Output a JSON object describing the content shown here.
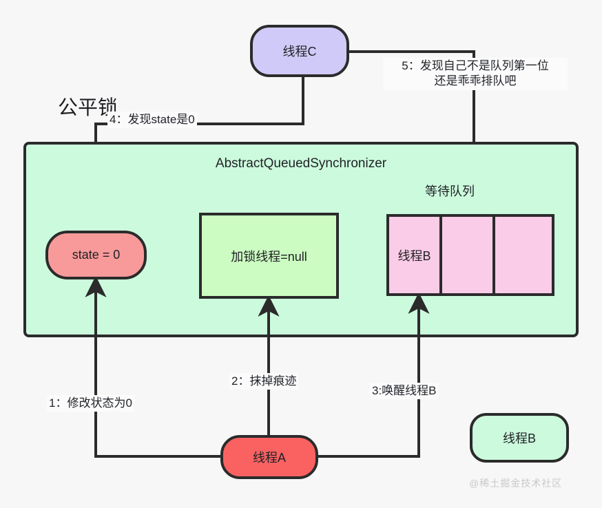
{
  "diagram": {
    "title": "公平锁",
    "container_label": "AbstractQueuedSynchronizer",
    "watermark": "@稀土掘金技术社区",
    "colors": {
      "background": "#f7f7f7",
      "stroke": "#2b2b2b",
      "container_fill": "#ccfadd",
      "state_fill": "#f99a9a",
      "lock_owner_fill": "#ccfcc2",
      "queue_fill": "#fbcce7",
      "thread_a_fill": "#fa6262",
      "thread_b_fill": "#ccfadd",
      "thread_c_fill": "#cfcaf7"
    },
    "nodes": {
      "thread_c": "线程C",
      "state": "state = 0",
      "lock_owner": "加锁线程=null",
      "queue_label": "等待队列",
      "queue_cells": [
        "线程B",
        "",
        ""
      ],
      "thread_a": "线程A",
      "thread_b": "线程B"
    },
    "edges": [
      {
        "id": "step1",
        "label": "1：修改状态为0"
      },
      {
        "id": "step2",
        "label": "2：抹掉痕迹"
      },
      {
        "id": "step3",
        "label": "3:唤醒线程B"
      },
      {
        "id": "step4",
        "label": "4：发现state是0"
      },
      {
        "id": "step5",
        "label": "5：发现自己不是队列第一位\n还是乖乖排队吧"
      }
    ]
  }
}
